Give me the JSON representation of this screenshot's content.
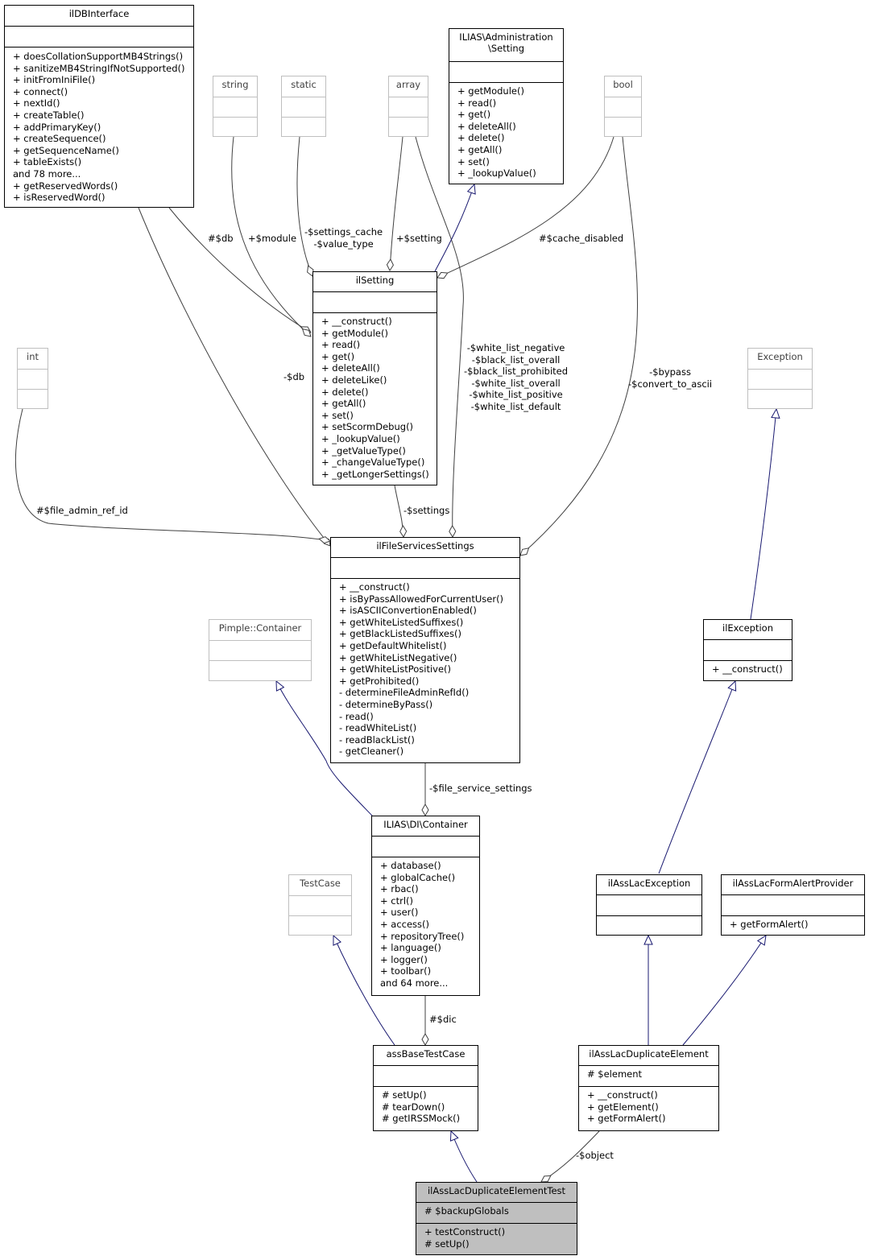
{
  "classes": [
    {
      "id": "ildb",
      "title": "ilDBInterface",
      "attrs": [],
      "methods": [
        "+ doesCollationSupportMB4Strings()",
        "+ sanitizeMB4StringIfNotSupported()",
        "+ initFromIniFile()",
        "+ connect()",
        "+ nextId()",
        "+ createTable()",
        "+ addPrimaryKey()",
        "+ createSequence()",
        "+ getSequenceName()",
        "+ tableExists()",
        "and 78 more...",
        "+ getReservedWords()",
        "+ isReservedWord()"
      ]
    },
    {
      "id": "string",
      "title": "string",
      "attrs": [],
      "methods": []
    },
    {
      "id": "static",
      "title": "static",
      "attrs": [],
      "methods": []
    },
    {
      "id": "array",
      "title": "array",
      "attrs": [],
      "methods": []
    },
    {
      "id": "adminsetting",
      "title": "ILIAS\\Administration\n\\Setting",
      "attrs": [],
      "methods": [
        "+ getModule()",
        "+ read()",
        "+ get()",
        "+ deleteAll()",
        "+ delete()",
        "+ getAll()",
        "+ set()",
        "+ _lookupValue()"
      ]
    },
    {
      "id": "bool",
      "title": "bool",
      "attrs": [],
      "methods": []
    },
    {
      "id": "ilsetting",
      "title": "ilSetting",
      "attrs": [],
      "methods": [
        "+ __construct()",
        "+ getModule()",
        "+ read()",
        "+ get()",
        "+ deleteAll()",
        "+ deleteLike()",
        "+ delete()",
        "+ getAll()",
        "+ set()",
        "+ setScormDebug()",
        "+ _lookupValue()",
        "+ _getValueType()",
        "+ _changeValueType()",
        "+ _getLongerSettings()"
      ]
    },
    {
      "id": "int",
      "title": "int",
      "attrs": [],
      "methods": []
    },
    {
      "id": "exception",
      "title": "Exception",
      "attrs": [],
      "methods": []
    },
    {
      "id": "fss",
      "title": "ilFileServicesSettings",
      "attrs": [],
      "methods": [
        "+ __construct()",
        "+ isByPassAllowedForCurrentUser()",
        "+ isASCIIConvertionEnabled()",
        "+ getWhiteListedSuffixes()",
        "+ getBlackListedSuffixes()",
        "+ getDefaultWhitelist()",
        "+ getWhiteListNegative()",
        "+ getWhiteListPositive()",
        "+ getProhibited()",
        "- determineFileAdminRefId()",
        "- determineByPass()",
        "- read()",
        "- readWhiteList()",
        "- readBlackList()",
        "- getCleaner()"
      ]
    },
    {
      "id": "pimple",
      "title": "Pimple::Container",
      "attrs": [],
      "methods": []
    },
    {
      "id": "ilexception",
      "title": "ilException",
      "attrs": [],
      "methods": [
        "+ __construct()"
      ]
    },
    {
      "id": "dic",
      "title": "ILIAS\\DI\\Container",
      "attrs": [],
      "methods": [
        "+ database()",
        "+ globalCache()",
        "+ rbac()",
        "+ ctrl()",
        "+ user()",
        "+ access()",
        "+ repositoryTree()",
        "+ language()",
        "+ logger()",
        "+ toolbar()",
        "and 64 more..."
      ]
    },
    {
      "id": "testcase",
      "title": "TestCase",
      "attrs": [],
      "methods": []
    },
    {
      "id": "lacexc",
      "title": "ilAssLacException",
      "attrs": [],
      "methods": []
    },
    {
      "id": "lacform",
      "title": "ilAssLacFormAlertProvider",
      "attrs": [],
      "methods": [
        "+ getFormAlert()"
      ]
    },
    {
      "id": "asstest",
      "title": "assBaseTestCase",
      "attrs": [],
      "methods": [
        "# setUp()",
        "# tearDown()",
        "# getIRSSMock()"
      ]
    },
    {
      "id": "lacdup",
      "title": "ilAssLacDuplicateElement",
      "attrs": [
        "# $element"
      ],
      "methods": [
        "+ __construct()",
        "+ getElement()",
        "+ getFormAlert()"
      ]
    },
    {
      "id": "main",
      "title": "ilAssLacDuplicateElementTest",
      "attrs": [
        "# $backupGlobals"
      ],
      "methods": [
        "+ testConstruct()",
        "# setUp()"
      ]
    }
  ],
  "edge_labels": {
    "db_setting": "#$db",
    "module": "+$module",
    "settings_cache": "-$settings_cache\n-$value_type",
    "setting": "+$setting",
    "cache_disabled": "#$cache_disabled",
    "db_fss": "-$db",
    "white_list": "-$white_list_negative\n-$black_list_overall\n-$black_list_prohibited\n-$white_list_overall\n-$white_list_positive\n-$white_list_default",
    "bypass": "-$bypass\n-$convert_to_ascii",
    "file_admin": "#$file_admin_ref_id",
    "settings": "-$settings",
    "file_service_settings": "-$file_service_settings",
    "dic": "#$dic",
    "object": "-$object"
  }
}
